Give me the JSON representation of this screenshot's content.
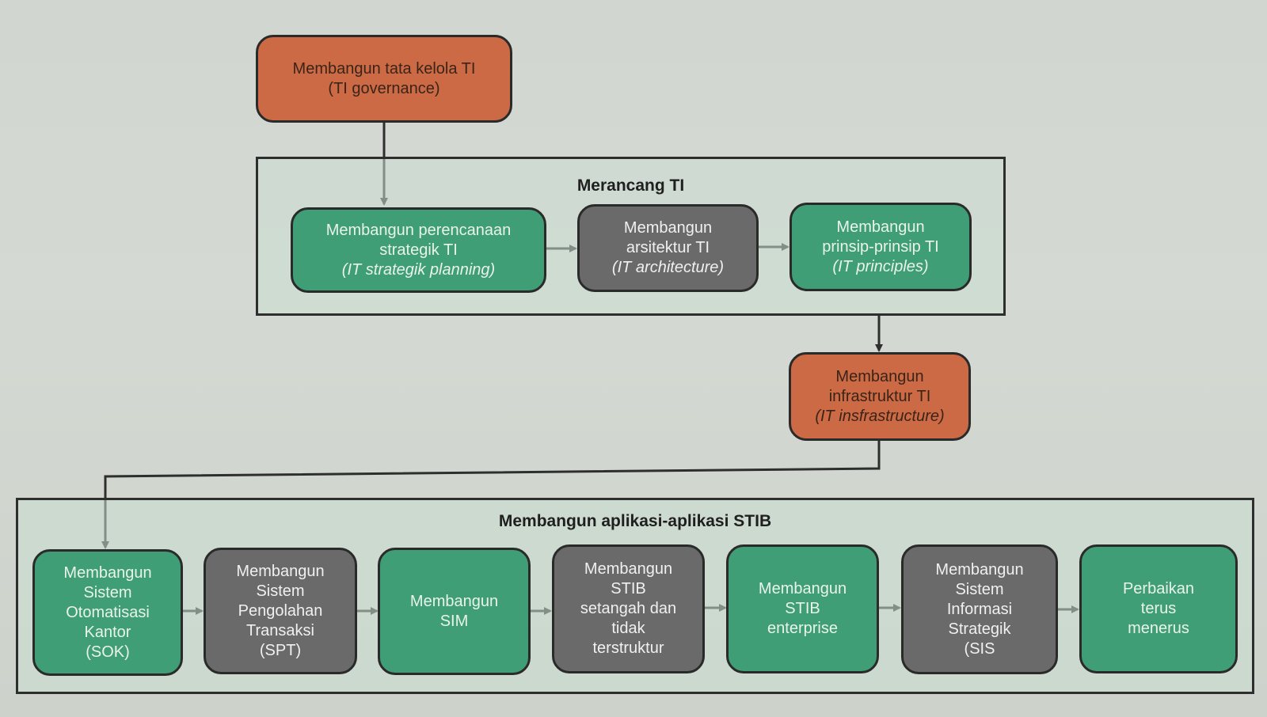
{
  "governance": {
    "line1": "Membangun tata kelola TI",
    "line2": "(TI governance)"
  },
  "design_group": {
    "title": "Merancang TI",
    "strategic": {
      "line1": "Membangun perencanaan",
      "line2": "strategik TI",
      "line3": "(IT strategik planning)"
    },
    "architecture": {
      "line1": "Membangun",
      "line2": "arsitektur TI",
      "line3": "(IT architecture)"
    },
    "principles": {
      "line1": "Membangun",
      "line2": "prinsip-prinsip TI",
      "line3": "(IT principles)"
    }
  },
  "infrastructure": {
    "line1": "Membangun",
    "line2": "infrastruktur TI",
    "line3": "(IT insfrastructure)"
  },
  "apps_group": {
    "title": "Membangun aplikasi-aplikasi STIB",
    "items": [
      {
        "lines": [
          "Membangun",
          "Sistem",
          "Otomatisasi",
          "Kantor",
          "(SOK)"
        ],
        "color": "green"
      },
      {
        "lines": [
          "Membangun",
          "Sistem",
          "Pengolahan",
          "Transaksi",
          "(SPT)"
        ],
        "color": "gray"
      },
      {
        "lines": [
          "Membangun",
          "SIM"
        ],
        "color": "green"
      },
      {
        "lines": [
          "Membangun",
          "STIB",
          "setangah dan",
          "tidak",
          "terstruktur"
        ],
        "color": "gray"
      },
      {
        "lines": [
          "Membangun",
          "STIB",
          "enterprise"
        ],
        "color": "green"
      },
      {
        "lines": [
          "Membangun",
          "Sistem",
          "Informasi",
          "Strategik",
          "(SIS"
        ],
        "color": "gray"
      },
      {
        "lines": [
          "Perbaikan",
          "terus",
          "menerus"
        ],
        "color": "green"
      }
    ]
  },
  "colors": {
    "orange": "#cb6a44",
    "green": "#3f9e75",
    "gray": "#6a6a6a",
    "line": "#2e2e2e"
  }
}
